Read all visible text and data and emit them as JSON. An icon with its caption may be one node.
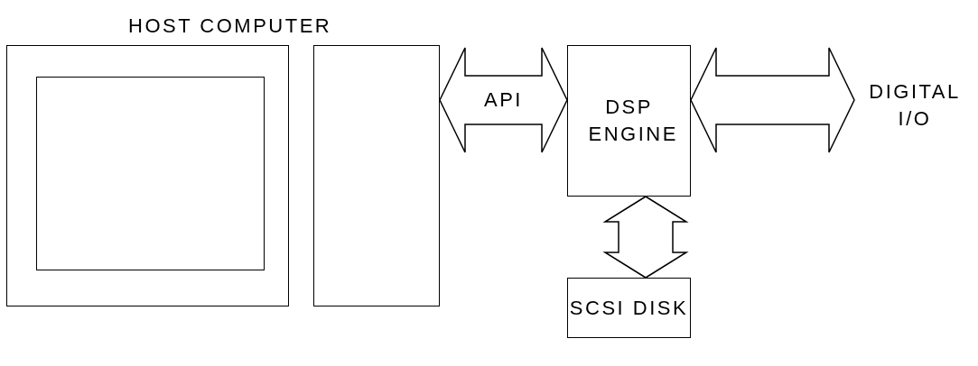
{
  "diagram": {
    "nodes": [
      {
        "text": [],
        "shape": "box"
      },
      {
        "text": [],
        "shape": "box",
        "in": 0
      },
      {
        "text": [],
        "shape": "box"
      },
      {
        "text": [
          "DSP ENGINE"
        ]
      },
      {
        "text": [
          "DIGITAL I/O"
        ]
      },
      {
        "text": [
          "SCSI DISK"
        ]
      }
    ],
    "edges": [
      {
        "from": 2,
        "to": 3,
        "arrow": "both",
        "label": "API"
      },
      {
        "from": 3,
        "to": 4,
        "arrow": "both"
      },
      {
        "from": 3,
        "to": 5,
        "arrow": "both"
      }
    ],
    "labels": [
      "HOST COMPUTER"
    ]
  }
}
